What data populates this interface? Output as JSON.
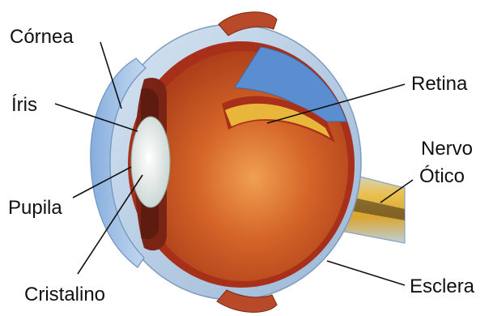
{
  "labels": {
    "cornea": "Córnea",
    "iris": "Íris",
    "pupila": "Pupila",
    "cristalino": "Cristalino",
    "retina": "Retina",
    "nervo_line1": "Nervo",
    "nervo_line2": "Ótico",
    "esclera": "Esclera"
  },
  "colors": {
    "sclera_outer": "#aac4e2",
    "vitreous": "#c8501e",
    "choroid": "#a8301a",
    "retina": "#e8b63a",
    "cornea": "#9fc0e6",
    "lens": "#e6ece8",
    "leader_line": "#111111"
  }
}
